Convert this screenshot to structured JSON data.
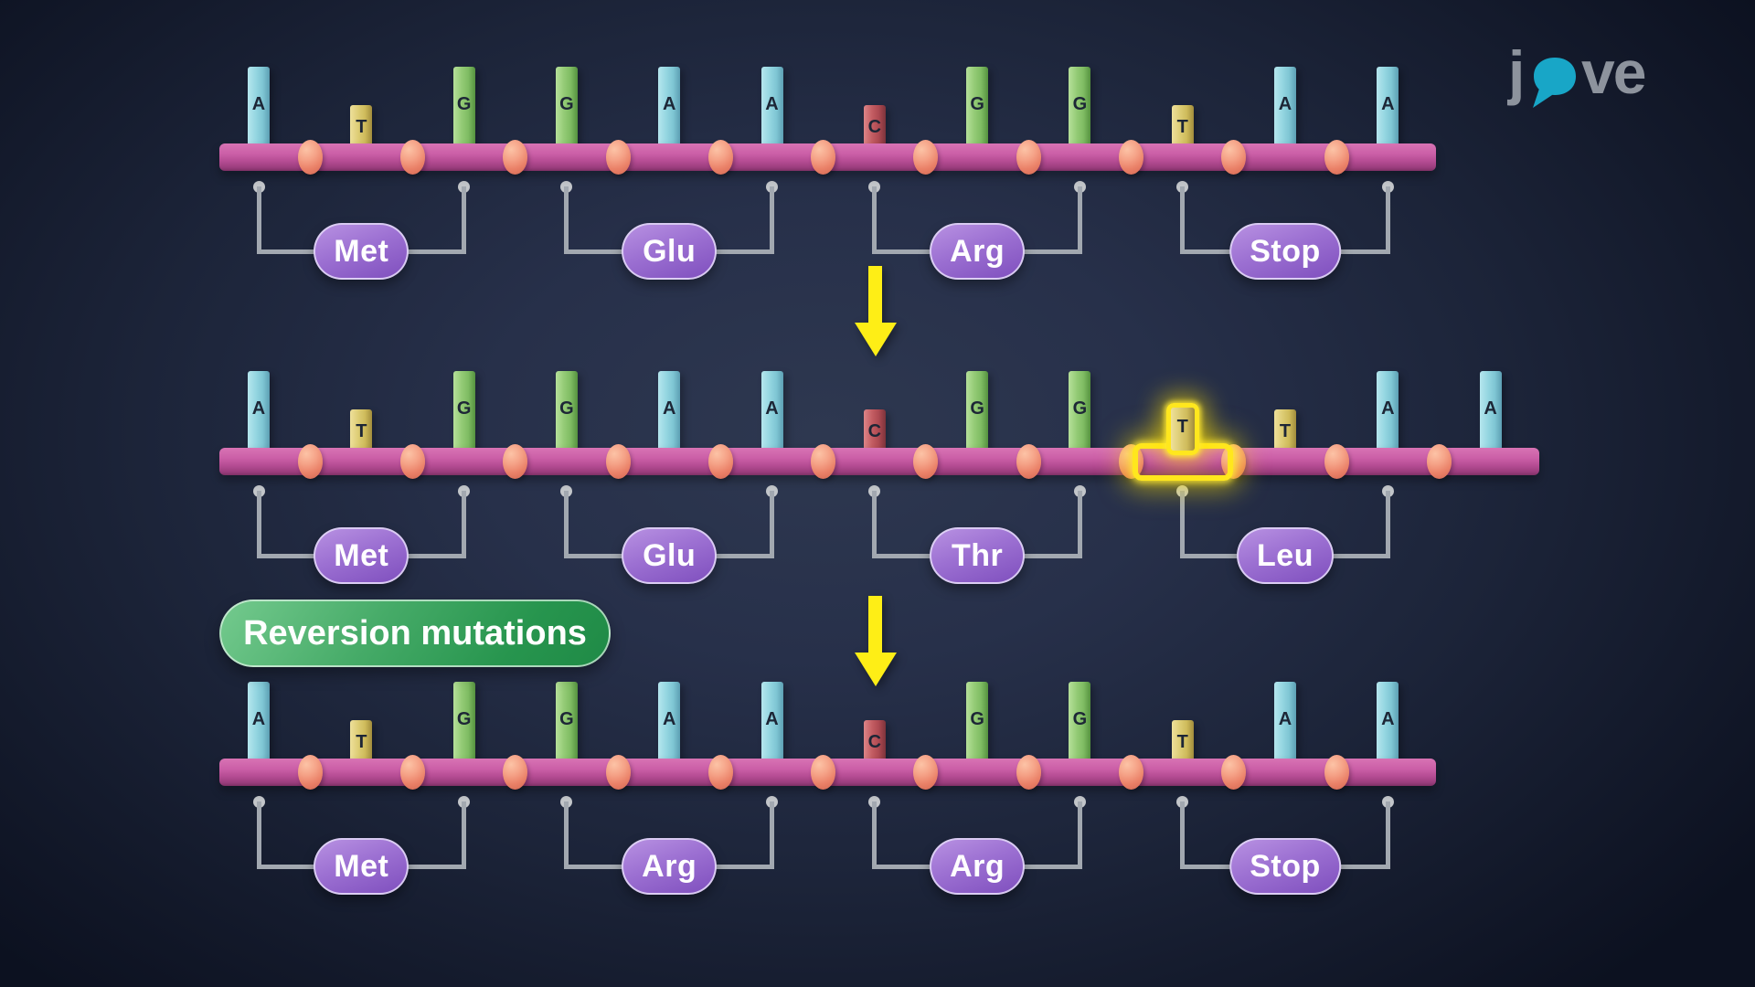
{
  "logo": {
    "pre": "j",
    "post": "ve",
    "bubble_icon": "speech-bubble-o",
    "teal": "#18a6c7",
    "gray": "#8d939d"
  },
  "banner": {
    "label": "Reversion mutations",
    "fill": "#2f9b55"
  },
  "arrows": [
    {
      "name": "mutation-arrow"
    },
    {
      "name": "reversion-arrow"
    }
  ],
  "legend_colors": {
    "A": "#7fc6d4",
    "G": "#7fbc63",
    "T": "#cfbb5b",
    "C": "#ae4a52",
    "backbone": "#c75ba7",
    "linker": "#f2957c",
    "amino_acid_pill": "#9c70d2",
    "highlight": "#ffe71e"
  },
  "strands": [
    {
      "name": "original",
      "sequence": [
        "A",
        "T",
        "G",
        "G",
        "A",
        "A",
        "C",
        "G",
        "G",
        "T",
        "A",
        "A"
      ],
      "codons": [
        "Met",
        "Glu",
        "Arg",
        "Stop"
      ],
      "highlight_index": null
    },
    {
      "name": "insertion-mutant",
      "sequence": [
        "A",
        "T",
        "G",
        "G",
        "A",
        "A",
        "C",
        "G",
        "G",
        "T",
        "T",
        "A",
        "A"
      ],
      "codons": [
        "Met",
        "Glu",
        "Thr",
        "Leu"
      ],
      "highlight_index": 9
    },
    {
      "name": "revertant",
      "sequence": [
        "A",
        "T",
        "G",
        "G",
        "A",
        "A",
        "C",
        "G",
        "G",
        "T",
        "A",
        "A"
      ],
      "codons": [
        "Met",
        "Arg",
        "Arg",
        "Stop"
      ],
      "highlight_index": null
    }
  ]
}
